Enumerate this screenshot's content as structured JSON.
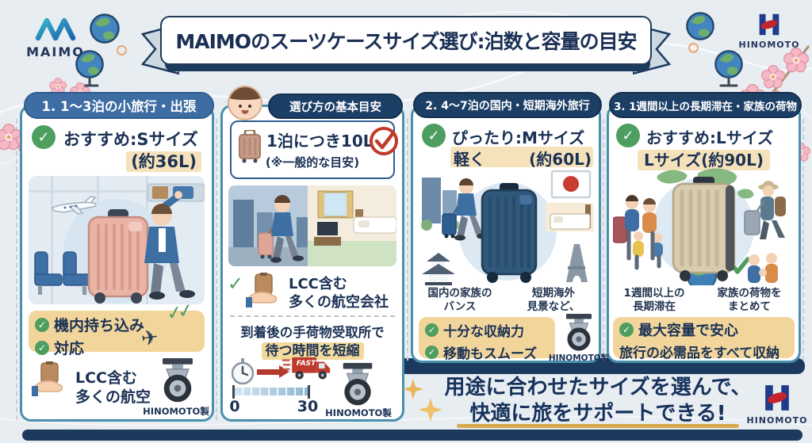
{
  "brand": {
    "maimo": "MAIMO",
    "hinomoto": "HINOMOTO"
  },
  "banner": {
    "title": "MAIMOのスーツケースサイズ選び:泊数と容量の目安"
  },
  "p1": {
    "header": "1. 1〜3泊の小旅行・出張",
    "recommend": "おすすめ:Sサイズ",
    "capacity": "(約36L)",
    "feature1": "機内持ち込み",
    "feature2": "対応",
    "note1": "LCC含む",
    "note2": "多くの航空",
    "wheel_label": "HINOMOTO製"
  },
  "guide": {
    "header": "選び方の基本目安",
    "rule": "1泊につき10L",
    "rule_note": "(※一般的な目安)",
    "airline1": "LCC含む",
    "airline2": "多くの航空会社",
    "benefit1": "到着後の手荷物受取所で",
    "benefit2": "待つ時間を短縮",
    "fast": "FAST",
    "scale_min": "0",
    "scale_max": "30",
    "wheel_label": "HINOMOTO製"
  },
  "p2": {
    "header": "2. 4〜7泊の国内・短期海外旅行",
    "recommend": "ぴったり:Mサイズ",
    "recommend2": "軽く",
    "capacity": "(約60L)",
    "caption_left1": "国内の家族の",
    "caption_left2": "バンス",
    "caption_right1": "短期海外",
    "caption_right2": "見景など、",
    "feature1": "十分な収納力",
    "feature2": "移動もスムーズ",
    "wheel_label": "HINOMOTO製"
  },
  "p3": {
    "header": "3. 1週間以上の長期滞在・家族の荷物",
    "recommend": "おすすめ:Lサイズ",
    "capacity": "Lサイズ(約90L)",
    "caption_left1": "1週間以上の",
    "caption_left2": "長期滞在",
    "caption_right1": "家族の荷物を",
    "caption_right2": "まとめて",
    "feature1": "最大容量で安心",
    "feature2": "旅行の必需品をすべて収納"
  },
  "footer": {
    "message1": "用途に合わせたサイズを選んで、",
    "message2": "快適に旅をサポートできる!"
  },
  "icons": {
    "check": "✓",
    "plane": "✈",
    "sparkle": "four-point-star",
    "caster_wheel": "caster-wheel",
    "globe": "globe",
    "cherry_blossom": "sakura-flower",
    "clock": "clock",
    "fast_truck": "delivery-truck"
  },
  "colors": {
    "navy": "#1c3a5e",
    "panel_blue": "#3d6da2",
    "card_border": "#4a90ac",
    "yellow_box": "#f2d59b",
    "tan_highlight": "#f6e2ba",
    "green_check": "#4e9e60",
    "red_accent": "#bf3a2c",
    "gold": "#d9a94e"
  }
}
